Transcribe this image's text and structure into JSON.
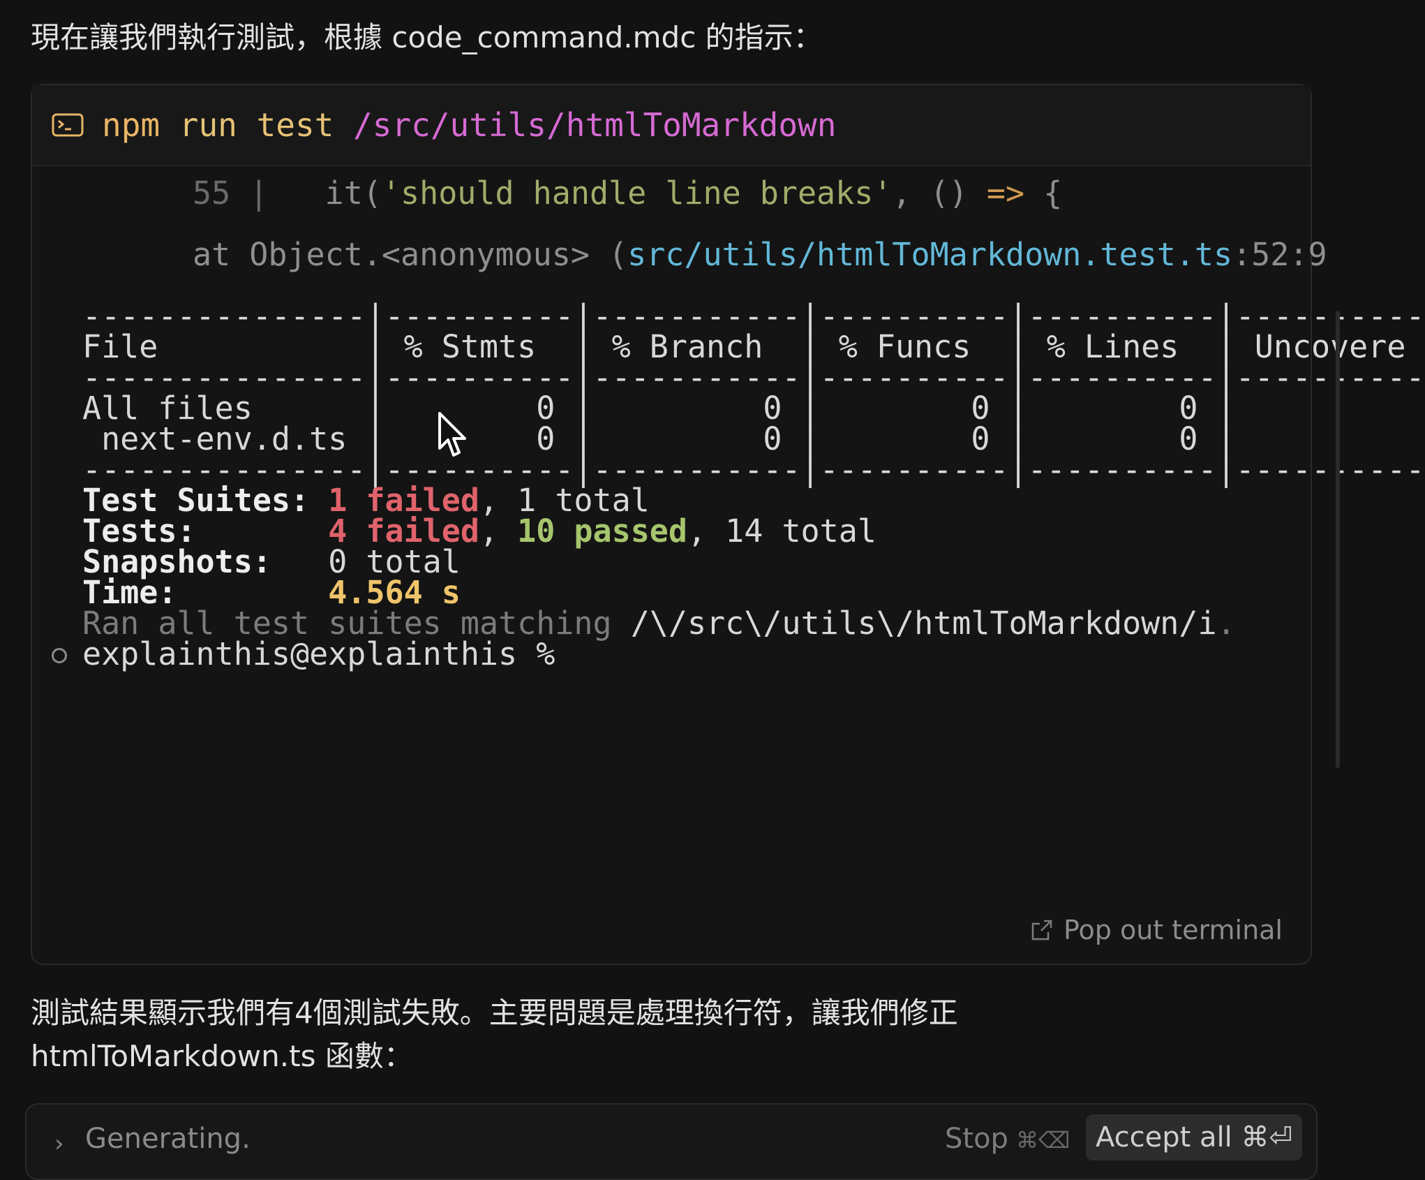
{
  "intro_text": "現在讓我們執行測試，根據 code_command.mdc 的指示：",
  "command": {
    "prefix": "npm",
    "mid": "run test",
    "arg": "/src/utils/htmlToMarkdown"
  },
  "term": {
    "code_line_no": "55",
    "code_bar": "|",
    "code_it": "it(",
    "code_str": "'should handle line breaks'",
    "code_rest": ", () ",
    "code_arrow": "=>",
    "code_brace": " {",
    "at_prefix": "at Object.<anonymous> (",
    "at_path": "src/utils/htmlToMarkdown.test.ts",
    "at_pos": ":52:9",
    "table_dashes": "---------------|----------|-----------|----------|----------|----------",
    "table_header": "File           | % Stmts  | % Branch  | % Funcs  | % Lines  | Uncovere",
    "row_all": "All files      |        0 |         0 |        0 |        0 |",
    "row_next": " next-env.d.ts |        0 |         0 |        0 |        0 |",
    "suites_label": "Test Suites: ",
    "suites_failed": "1 failed",
    "suites_total": ", 1 total",
    "tests_label": "Tests:       ",
    "tests_failed": "4 failed",
    "tests_sep": ", ",
    "tests_passed": "10 passed",
    "tests_total": ", 14 total",
    "snap_label": "Snapshots:   ",
    "snap_val": "0 total",
    "time_label": "Time:        ",
    "time_val": "4.564 s",
    "ran_prefix": "Ran all test suites matching ",
    "ran_pattern": "/\\/src\\/utils\\/htmlToMarkdown/i",
    "ran_end": ".",
    "prompt": "explainthis@explainthis %"
  },
  "popout_label": "Pop out terminal",
  "outro_line1": "測試結果顯示我們有4個測試失敗。主要問題是處理換行符，讓我們修正",
  "outro_line2": "htmlToMarkdown.ts 函數：",
  "bottom": {
    "generating": "Generating.",
    "stop": "Stop",
    "stop_keys": "⌘⌫",
    "accept": "Accept all ⌘⏎"
  }
}
